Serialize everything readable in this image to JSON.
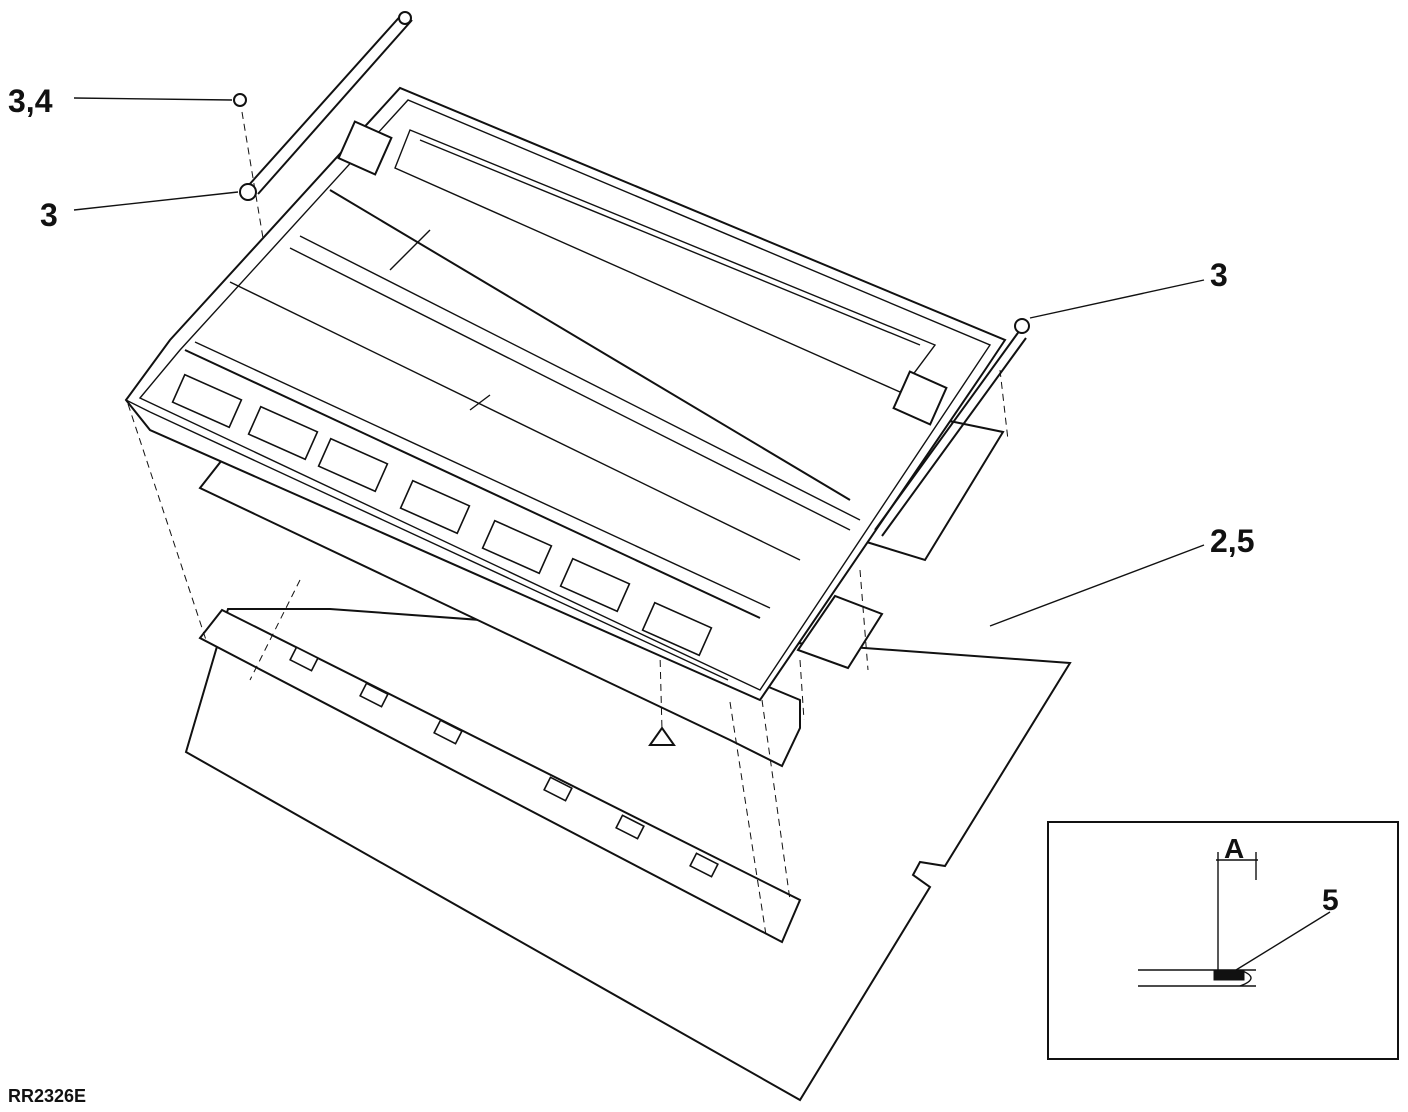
{
  "diagram": {
    "callouts": [
      {
        "id": "c34",
        "text": "3,4"
      },
      {
        "id": "c3a",
        "text": "3"
      },
      {
        "id": "c3b",
        "text": "3"
      },
      {
        "id": "c25",
        "text": "2,5"
      }
    ],
    "inset": {
      "dimension_label": "A",
      "callout": "5"
    },
    "reference_code": "RR2326E"
  }
}
